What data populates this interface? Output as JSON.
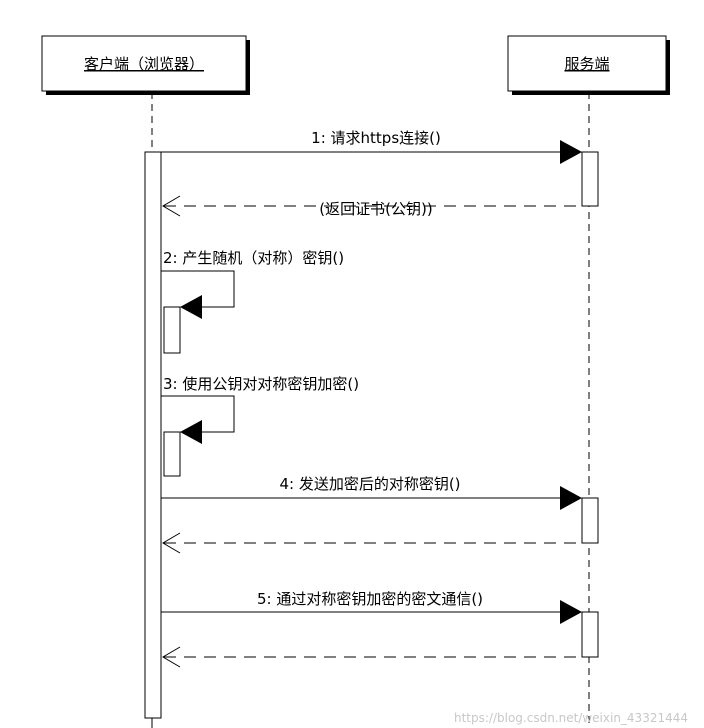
{
  "participants": {
    "client": "客户端（浏览器）",
    "server": "服务端"
  },
  "messages": {
    "m1": "1: 请求https连接()",
    "m1_return": "(返回证书(公钥))",
    "m2": "2: 产生随机（对称）密钥()",
    "m3": "3: 使用公钥对对称密钥加密()",
    "m4": "4: 发送加密后的对称密钥()",
    "m5": "5: 通过对称密钥加密的密文通信()"
  },
  "watermark": "https://blog.csdn.net/weixin_43321444"
}
